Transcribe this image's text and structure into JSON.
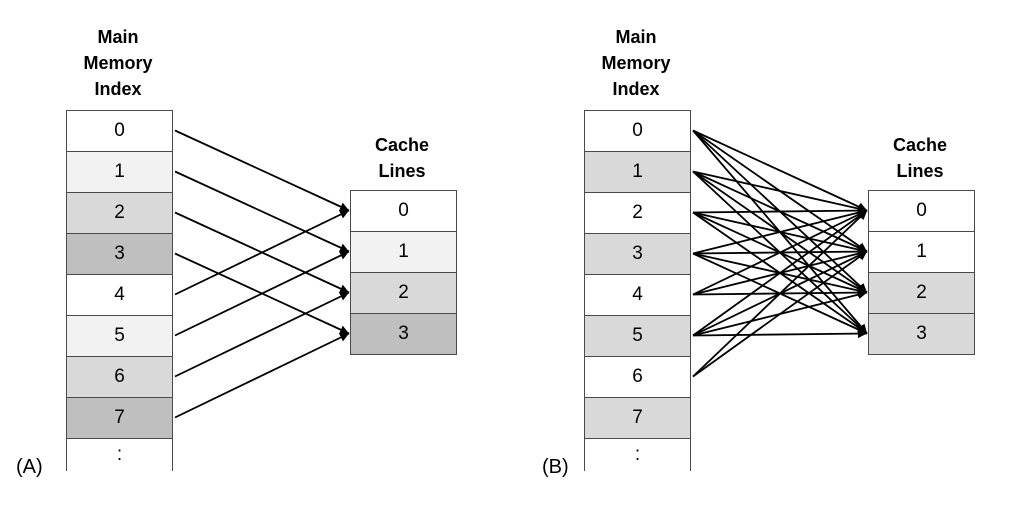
{
  "colors": {
    "white": "#ffffff",
    "light": "#f2f2f2",
    "mid": "#d9d9d9",
    "dark": "#bfbfbf"
  },
  "panel_a": {
    "label": "(A)",
    "memory_header": "Main\nMemory\nIndex",
    "cache_header": "Cache\nLines",
    "memory_cells": [
      {
        "text": "0",
        "shade": "white"
      },
      {
        "text": "1",
        "shade": "light"
      },
      {
        "text": "2",
        "shade": "mid"
      },
      {
        "text": "3",
        "shade": "dark"
      },
      {
        "text": "4",
        "shade": "white"
      },
      {
        "text": "5",
        "shade": "light"
      },
      {
        "text": "6",
        "shade": "mid"
      },
      {
        "text": "7",
        "shade": "dark"
      },
      {
        "text": ":",
        "shade": "white"
      }
    ],
    "cache_cells": [
      {
        "text": "0",
        "shade": "white"
      },
      {
        "text": "1",
        "shade": "light"
      },
      {
        "text": "2",
        "shade": "mid"
      },
      {
        "text": "3",
        "shade": "dark"
      }
    ],
    "mappings": [
      [
        0,
        0
      ],
      [
        1,
        1
      ],
      [
        2,
        2
      ],
      [
        3,
        3
      ],
      [
        4,
        0
      ],
      [
        5,
        1
      ],
      [
        6,
        2
      ],
      [
        7,
        3
      ]
    ]
  },
  "panel_b": {
    "label": "(B)",
    "memory_header": "Main\nMemory\nIndex",
    "cache_header": "Cache\nLines",
    "memory_cells": [
      {
        "text": "0",
        "shade": "white"
      },
      {
        "text": "1",
        "shade": "mid"
      },
      {
        "text": "2",
        "shade": "white"
      },
      {
        "text": "3",
        "shade": "mid"
      },
      {
        "text": "4",
        "shade": "white"
      },
      {
        "text": "5",
        "shade": "mid"
      },
      {
        "text": "6",
        "shade": "white"
      },
      {
        "text": "7",
        "shade": "mid"
      },
      {
        "text": ":",
        "shade": "white"
      }
    ],
    "cache_cells": [
      {
        "text": "0",
        "shade": "white"
      },
      {
        "text": "1",
        "shade": "white"
      },
      {
        "text": "2",
        "shade": "mid"
      },
      {
        "text": "3",
        "shade": "mid"
      }
    ],
    "mappings": [
      [
        0,
        0
      ],
      [
        0,
        1
      ],
      [
        1,
        0
      ],
      [
        1,
        1
      ],
      [
        2,
        0
      ],
      [
        2,
        1
      ],
      [
        3,
        0
      ],
      [
        3,
        1
      ],
      [
        4,
        0
      ],
      [
        4,
        1
      ],
      [
        5,
        0
      ],
      [
        5,
        1
      ],
      [
        6,
        0
      ],
      [
        6,
        1
      ],
      [
        0,
        2
      ],
      [
        0,
        3
      ],
      [
        1,
        2
      ],
      [
        1,
        3
      ],
      [
        2,
        2
      ],
      [
        2,
        3
      ],
      [
        3,
        2
      ],
      [
        3,
        3
      ],
      [
        4,
        2
      ],
      [
        5,
        2
      ],
      [
        5,
        3
      ]
    ]
  }
}
